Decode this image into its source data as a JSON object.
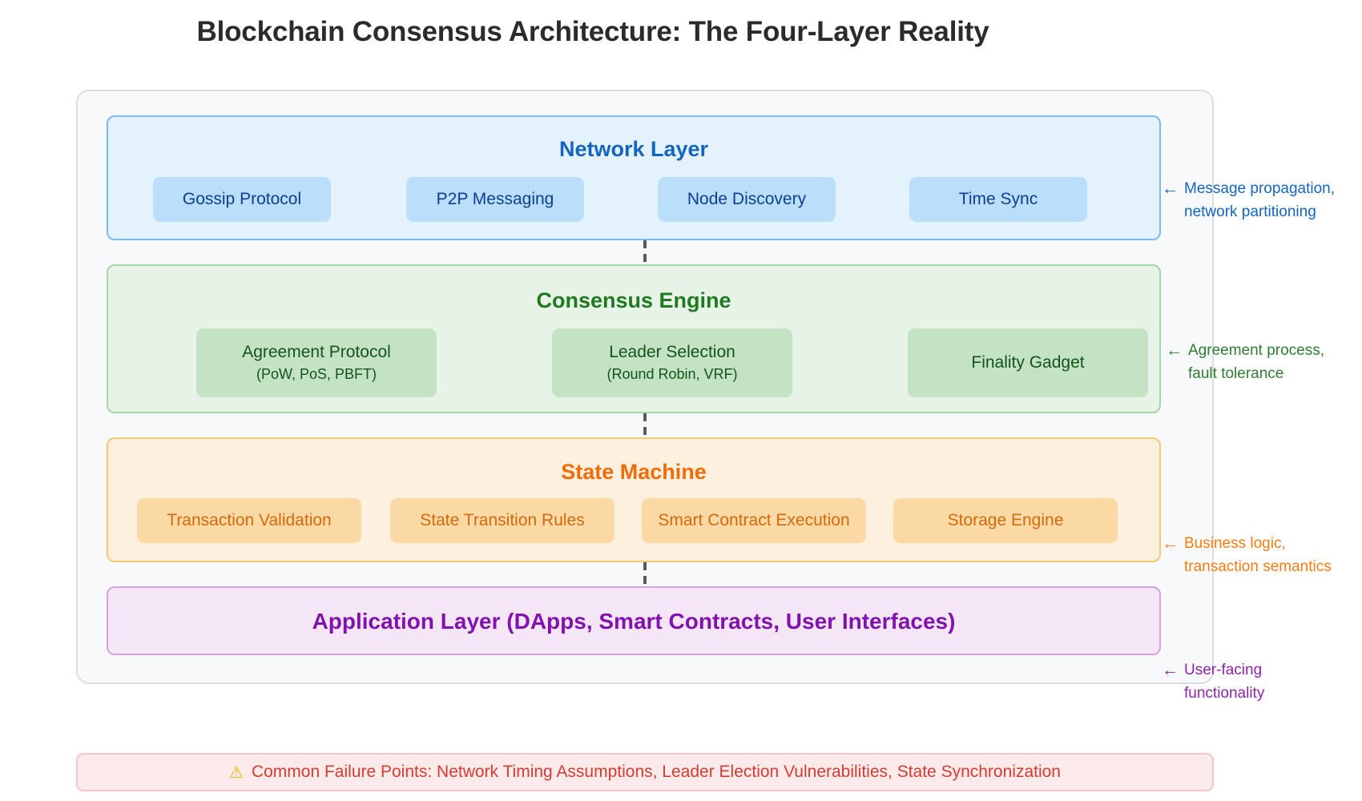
{
  "title": "Blockchain Consensus Architecture: The Four-Layer Reality",
  "colors": {
    "network": "#1565c0",
    "consensus": "#1f7a22",
    "state": "#f26b0a",
    "application": "#8112ad",
    "failure": "#d63b2f"
  },
  "layers": [
    {
      "id": "network",
      "title": "Network Layer",
      "chips": [
        {
          "label": "Gossip Protocol",
          "sub": ""
        },
        {
          "label": "P2P Messaging",
          "sub": ""
        },
        {
          "label": "Node Discovery",
          "sub": ""
        },
        {
          "label": "Time Sync",
          "sub": ""
        }
      ],
      "annotation": {
        "arrow": "←",
        "line1": "Message propagation,",
        "line2": "network partitioning"
      }
    },
    {
      "id": "consensus",
      "title": "Consensus Engine",
      "chips": [
        {
          "label": "Agreement Protocol",
          "sub": "(PoW, PoS, PBFT)"
        },
        {
          "label": "Leader Selection",
          "sub": "(Round Robin, VRF)"
        },
        {
          "label": "Finality Gadget",
          "sub": ""
        }
      ],
      "annotation": {
        "arrow": "←",
        "line1": "Agreement process,",
        "line2": "fault tolerance"
      }
    },
    {
      "id": "state",
      "title": "State Machine",
      "chips": [
        {
          "label": "Transaction Validation",
          "sub": ""
        },
        {
          "label": "State Transition Rules",
          "sub": ""
        },
        {
          "label": "Smart Contract Execution",
          "sub": ""
        },
        {
          "label": "Storage Engine",
          "sub": ""
        }
      ],
      "annotation": {
        "arrow": "←",
        "line1": "Business logic,",
        "line2": "transaction semantics"
      }
    },
    {
      "id": "application",
      "title": "Application Layer (DApps, Smart Contracts, User Interfaces)",
      "chips": [],
      "annotation": {
        "arrow": "←",
        "line1": "User-facing",
        "line2": "functionality"
      }
    }
  ],
  "failure": {
    "icon": "⚠",
    "text": "Common Failure Points: Network Timing Assumptions, Leader Election Vulnerabilities, State Synchronization"
  }
}
